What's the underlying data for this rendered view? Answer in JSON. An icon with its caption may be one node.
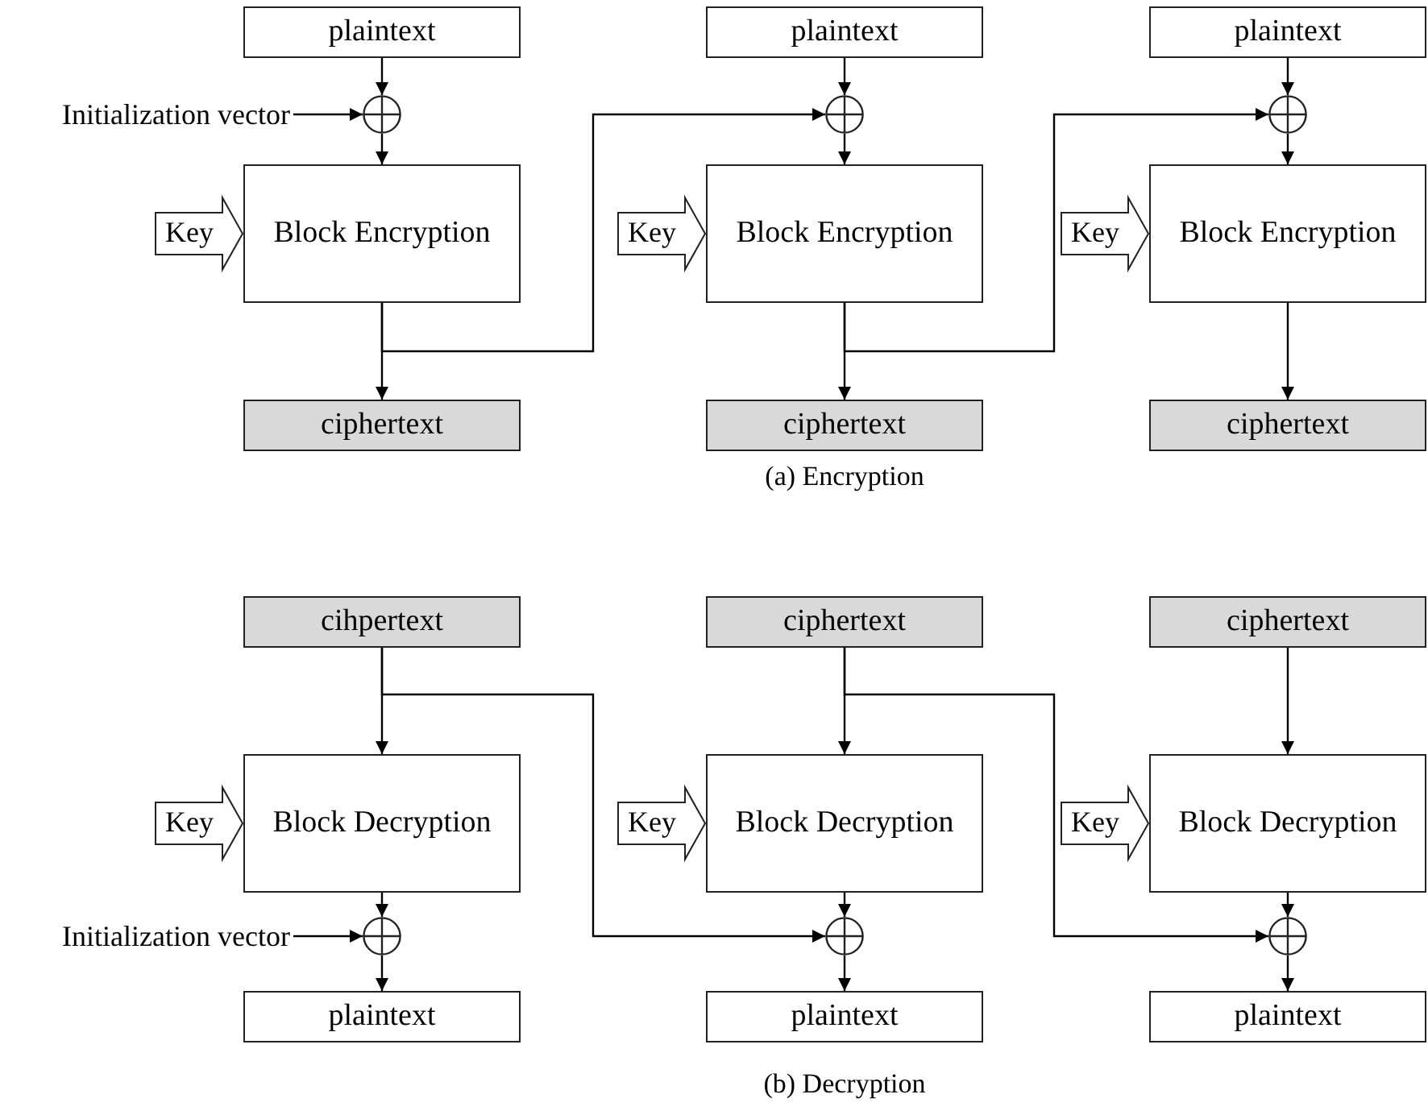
{
  "diagram": {
    "nodes": [
      {
        "text": [
          "plaintext"
        ]
      },
      {
        "text": [
          "plaintext"
        ]
      },
      {
        "text": [
          "plaintext"
        ]
      },
      {
        "text": [
          "Initialization vector"
        ]
      },
      {
        "text": [],
        "shape": "circle"
      },
      {
        "text": [],
        "shape": "circle"
      },
      {
        "text": [],
        "shape": "circle"
      },
      {
        "text": [
          "Key"
        ]
      },
      {
        "text": [
          "Block Encryption"
        ]
      },
      {
        "text": [
          "Key"
        ]
      },
      {
        "text": [
          "Block Encryption"
        ]
      },
      {
        "text": [
          "Key"
        ]
      },
      {
        "text": [
          "Block Encryption"
        ]
      },
      {
        "text": [
          "ciphertext"
        ]
      },
      {
        "text": [
          "ciphertext"
        ]
      },
      {
        "text": [
          "ciphertext"
        ]
      },
      {
        "text": [
          "cihpertext"
        ]
      },
      {
        "text": [
          "ciphertext"
        ]
      },
      {
        "text": [
          "ciphertext"
        ]
      },
      {
        "text": [
          "Key"
        ]
      },
      {
        "text": [
          "Block Decryption"
        ]
      },
      {
        "text": [
          "Key"
        ]
      },
      {
        "text": [
          "Block Decryption"
        ]
      },
      {
        "text": [
          "Key"
        ]
      },
      {
        "text": [
          "Block Decryption"
        ]
      },
      {
        "text": [
          "Initialization vector"
        ]
      },
      {
        "text": [],
        "shape": "circle"
      },
      {
        "text": [],
        "shape": "circle"
      },
      {
        "text": [],
        "shape": "circle"
      },
      {
        "text": [
          "plaintext"
        ]
      },
      {
        "text": [
          "plaintext"
        ]
      },
      {
        "text": [
          "plaintext"
        ]
      }
    ],
    "edges": [
      {
        "from": 0,
        "to": 4,
        "arrow": "to"
      },
      {
        "from": 3,
        "to": 4,
        "arrow": "to"
      },
      {
        "from": 4,
        "to": 8,
        "arrow": "to"
      },
      {
        "from": 8,
        "to": 13,
        "arrow": "to"
      },
      {
        "from": 8,
        "to": 5,
        "arrow": "to"
      },
      {
        "from": 1,
        "to": 5,
        "arrow": "to"
      },
      {
        "from": 5,
        "to": 10,
        "arrow": "to"
      },
      {
        "from": 10,
        "to": 14,
        "arrow": "to"
      },
      {
        "from": 10,
        "to": 6,
        "arrow": "to"
      },
      {
        "from": 2,
        "to": 6,
        "arrow": "to"
      },
      {
        "from": 6,
        "to": 12,
        "arrow": "to"
      },
      {
        "from": 12,
        "to": 15,
        "arrow": "to"
      },
      {
        "from": 16,
        "to": 20,
        "arrow": "to"
      },
      {
        "from": 16,
        "to": 27,
        "arrow": "to"
      },
      {
        "from": 20,
        "to": 26,
        "arrow": "to"
      },
      {
        "from": 25,
        "to": 26,
        "arrow": "to"
      },
      {
        "from": 26,
        "to": 29,
        "arrow": "to"
      },
      {
        "from": 17,
        "to": 22,
        "arrow": "to"
      },
      {
        "from": 17,
        "to": 28,
        "arrow": "to"
      },
      {
        "from": 22,
        "to": 27,
        "arrow": "to"
      },
      {
        "from": 27,
        "to": 30,
        "arrow": "to"
      },
      {
        "from": 18,
        "to": 24,
        "arrow": "to"
      },
      {
        "from": 24,
        "to": 28,
        "arrow": "to"
      },
      {
        "from": 28,
        "to": 31,
        "arrow": "to"
      }
    ],
    "labels": [
      "(a) Encryption",
      "(b) Decryption"
    ]
  }
}
